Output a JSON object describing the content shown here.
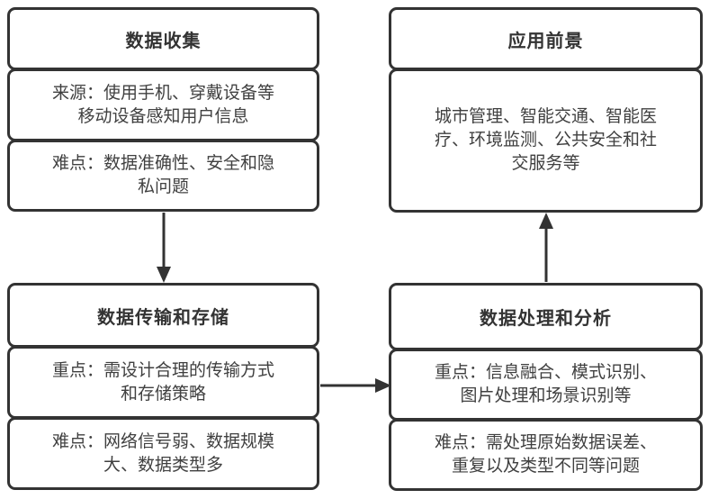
{
  "colors": {
    "border": "#333333",
    "heading_text": "#333333",
    "body_text": "#404040",
    "background": "#ffffff",
    "arrow": "#333333"
  },
  "diagram": {
    "nodes": {
      "collection": {
        "title": "数据收集",
        "source": "来源：使用手机、穿戴设备等\n移动设备感知用户信息",
        "difficulty": "难点：数据准确性、安全和隐\n私问题"
      },
      "transmission": {
        "title": "数据传输和存储",
        "focus": "重点：需设计合理的传输方式\n和存储策略",
        "difficulty": "难点：网络信号弱、数据规模\n大、数据类型多"
      },
      "processing": {
        "title": "数据处理和分析",
        "focus": "重点：信息融合、模式识别、\n图片处理和场景识别等",
        "difficulty": "难点：需处理原始数据误差、\n重复以及类型不同等问题"
      },
      "application": {
        "title": "应用前景",
        "content": "城市管理、智能交通、智能医\n疗、环境监测、公共安全和社\n交服务等"
      }
    },
    "edges": [
      {
        "from": "collection",
        "to": "transmission",
        "direction": "down"
      },
      {
        "from": "transmission",
        "to": "processing",
        "direction": "right"
      },
      {
        "from": "processing",
        "to": "application",
        "direction": "up"
      }
    ]
  }
}
